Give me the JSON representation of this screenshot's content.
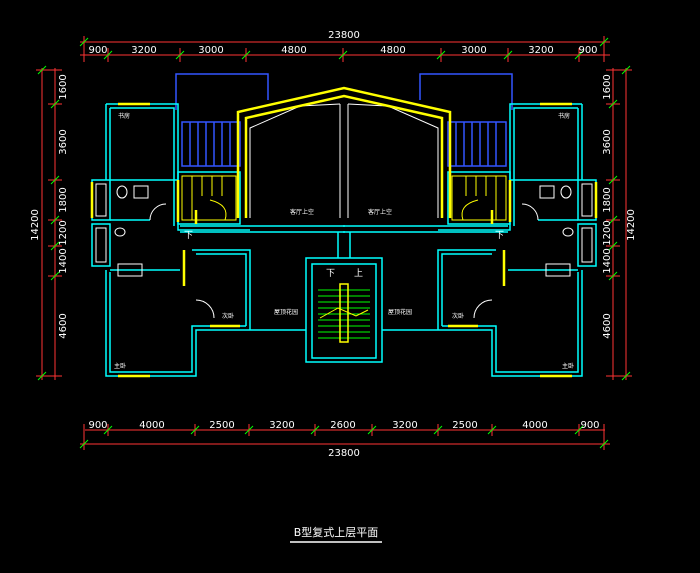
{
  "title": "B型复式上层平面",
  "dimensions": {
    "top_total": "23800",
    "top_segments": [
      "900",
      "3200",
      "3000",
      "4800",
      "4800",
      "3000",
      "3200",
      "900"
    ],
    "bottom_total": "23800",
    "bottom_segments": [
      "900",
      "4000",
      "2500",
      "3200",
      "2600",
      "3200",
      "2500",
      "4000",
      "900"
    ],
    "left_total": "14200",
    "left_segments": [
      "1600",
      "3600",
      "1800",
      "1200",
      "1400",
      "4600"
    ],
    "right_total": "14200",
    "right_segments": [
      "1600",
      "3600",
      "1800",
      "1200",
      "1400",
      "4600"
    ]
  },
  "rooms": {
    "study_left": "书房",
    "study_right": "书房",
    "living_upper_left": "客厅上空",
    "living_upper_right": "客厅上空",
    "roof_garden_left": "屋顶花园",
    "roof_garden_right": "屋顶花园",
    "bedroom_left": "次卧",
    "bedroom_right": "次卧",
    "master_left": "主卧",
    "master_right": "主卧",
    "down_left": "下",
    "down_right": "下",
    "stair_down": "下",
    "stair_up": "上"
  },
  "colors": {
    "wall": "#00ffff",
    "window": "#ffff00",
    "railing": "#3355ff",
    "dimension": "#ff3333",
    "tick": "#00ff00",
    "fixture": "#ffffff"
  }
}
